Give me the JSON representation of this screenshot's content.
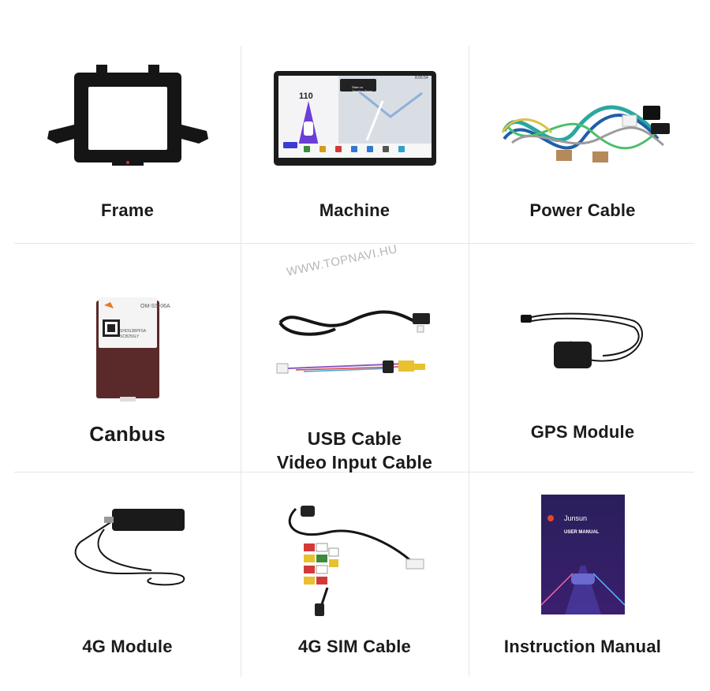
{
  "watermark": "WWW.TOPNAVI.HU",
  "items": [
    {
      "label": "Frame",
      "icon": "frame-icon"
    },
    {
      "label": "Machine",
      "icon": "head-unit-icon"
    },
    {
      "label": "Power Cable",
      "icon": "power-cable-icon"
    },
    {
      "label": "Canbus",
      "icon": "canbus-box-icon"
    },
    {
      "label_line1": "USB Cable",
      "label_line2": "Video Input Cable",
      "icon": "usb-video-cable-icon"
    },
    {
      "label": "GPS Module",
      "icon": "gps-antenna-icon"
    },
    {
      "label": "4G Module",
      "icon": "4g-antenna-icon"
    },
    {
      "label": "4G SIM Cable",
      "icon": "rca-cable-icon"
    },
    {
      "label": "Instruction Manual",
      "icon": "manual-book-icon"
    }
  ],
  "screen": {
    "speed": "110",
    "time": "8:05:54",
    "nav_line1": "Start on",
    "nav_line2": "Tongling Road"
  },
  "canbus_sticker": {
    "model": "OM-SS-06A",
    "code1": "SHDG3BPF5A",
    "code2": "SCB256LY"
  },
  "manual": {
    "brand": "Junsun",
    "title": "USER MANUAL"
  },
  "colors": {
    "label": "#1b1b1b",
    "divider": "#e6e6e6",
    "manual_bg": "#2a1f5c",
    "canbus_box": "#5a2a2a"
  }
}
